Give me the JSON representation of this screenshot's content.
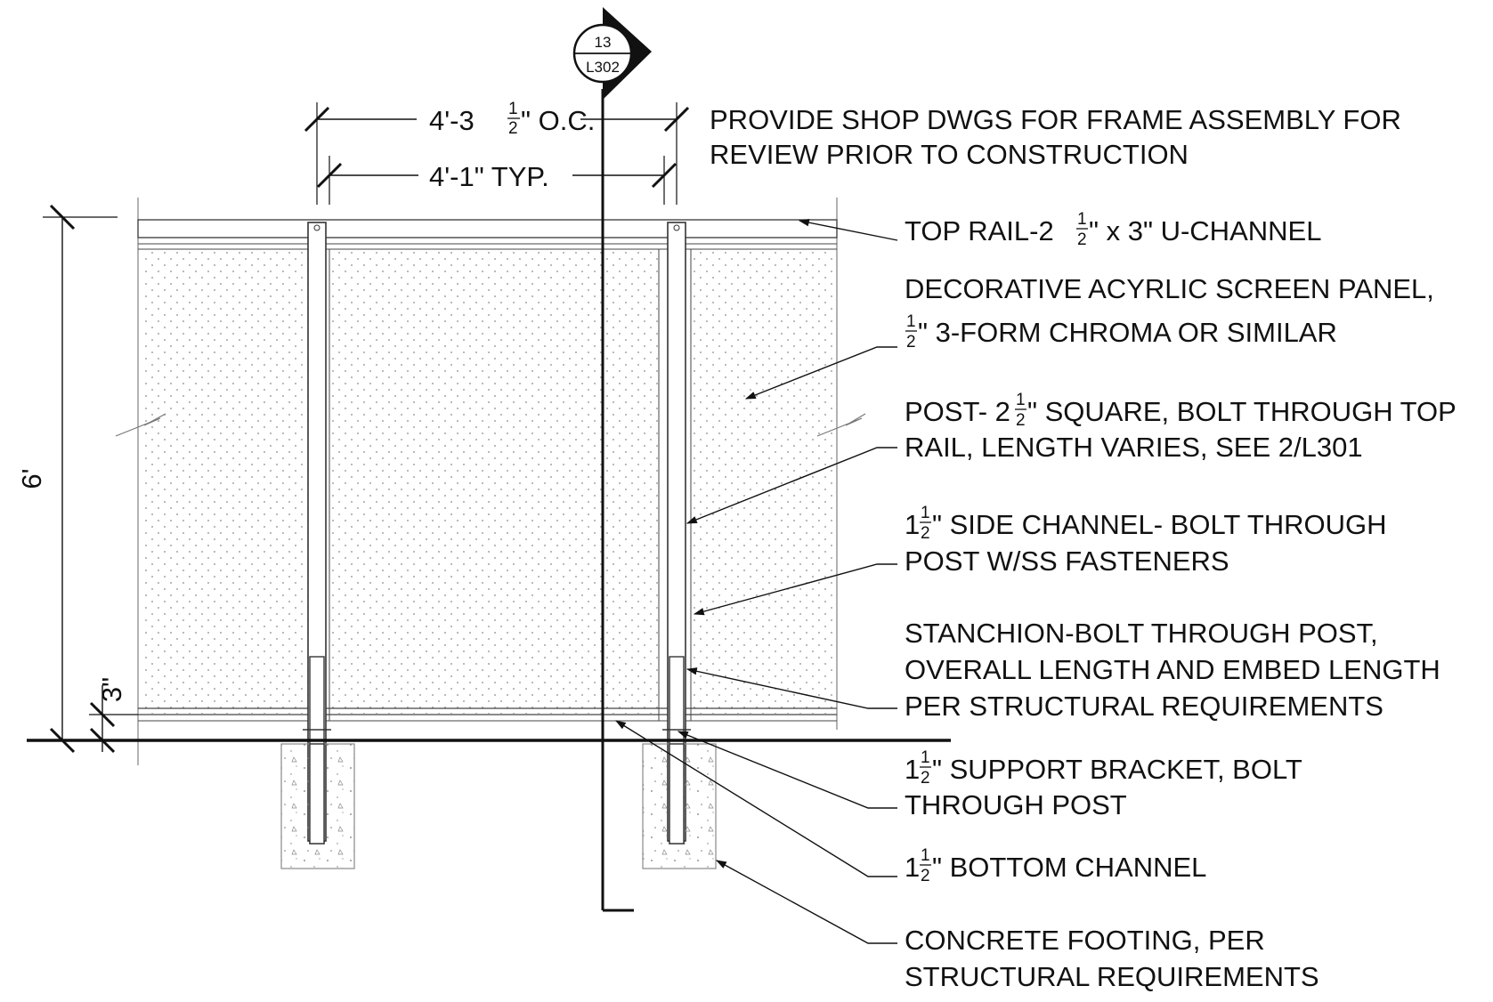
{
  "section_tag": {
    "number": "13",
    "sheet": "L302"
  },
  "dimensions": {
    "post_spacing": {
      "whole": "4'-3",
      "num": "1",
      "den": "2",
      "suffix": "\" O.C."
    },
    "panel_width": "4'-1\" TYP.",
    "height": "6'",
    "base_offset": "3\""
  },
  "notes": {
    "shop_dwgs": {
      "line1": "PROVIDE SHOP DWGS FOR FRAME ASSEMBLY FOR",
      "line2": "REVIEW PRIOR TO CONSTRUCTION"
    },
    "top_rail": {
      "prefix": "TOP RAIL-2 ",
      "num": "1",
      "den": "2",
      "suffix": "\" x 3\" U-CHANNEL"
    },
    "screen_panel": {
      "line1": "DECORATIVE ACYRLIC SCREEN PANEL,",
      "num": "1",
      "den": "2",
      "line2": "\" 3-FORM CHROMA OR SIMILAR"
    },
    "post": {
      "prefix": "POST- 2",
      "num": "1",
      "den": "2",
      "suffix": "\" SQUARE, BOLT THROUGH TOP",
      "line2": "RAIL, LENGTH VARIES, SEE 2/L301"
    },
    "side_channel": {
      "prefix": "1",
      "num": "1",
      "den": "2",
      "suffix": "\" SIDE CHANNEL- BOLT THROUGH",
      "line2": "POST W/SS FASTENERS"
    },
    "stanchion": {
      "line1": "STANCHION-BOLT THROUGH POST,",
      "line2": "OVERALL LENGTH AND EMBED LENGTH",
      "line3": "PER STRUCTURAL REQUIREMENTS"
    },
    "support_bracket": {
      "prefix": "1",
      "num": "1",
      "den": "2",
      "suffix": "\" SUPPORT BRACKET, BOLT",
      "line2": "THROUGH POST"
    },
    "bottom_channel": {
      "prefix": "1",
      "num": "1",
      "den": "2",
      "suffix": "\" BOTTOM CHANNEL"
    },
    "footing": {
      "line1": "CONCRETE FOOTING, PER",
      "line2": "STRUCTURAL REQUIREMENTS"
    }
  }
}
